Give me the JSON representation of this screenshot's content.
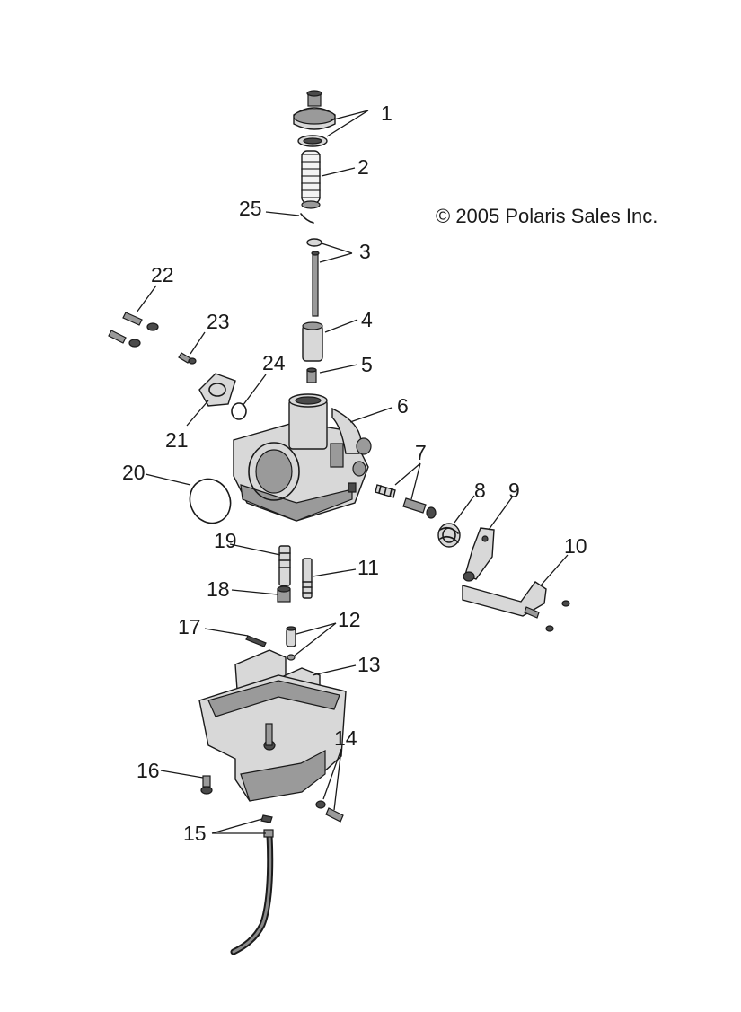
{
  "copyright": "© 2005 Polaris Sales Inc.",
  "callouts": [
    "1",
    "2",
    "25",
    "3",
    "22",
    "23",
    "4",
    "5",
    "24",
    "21",
    "6",
    "20",
    "7",
    "8",
    "9",
    "19",
    "11",
    "10",
    "18",
    "17",
    "12",
    "13",
    "16",
    "14",
    "15"
  ]
}
